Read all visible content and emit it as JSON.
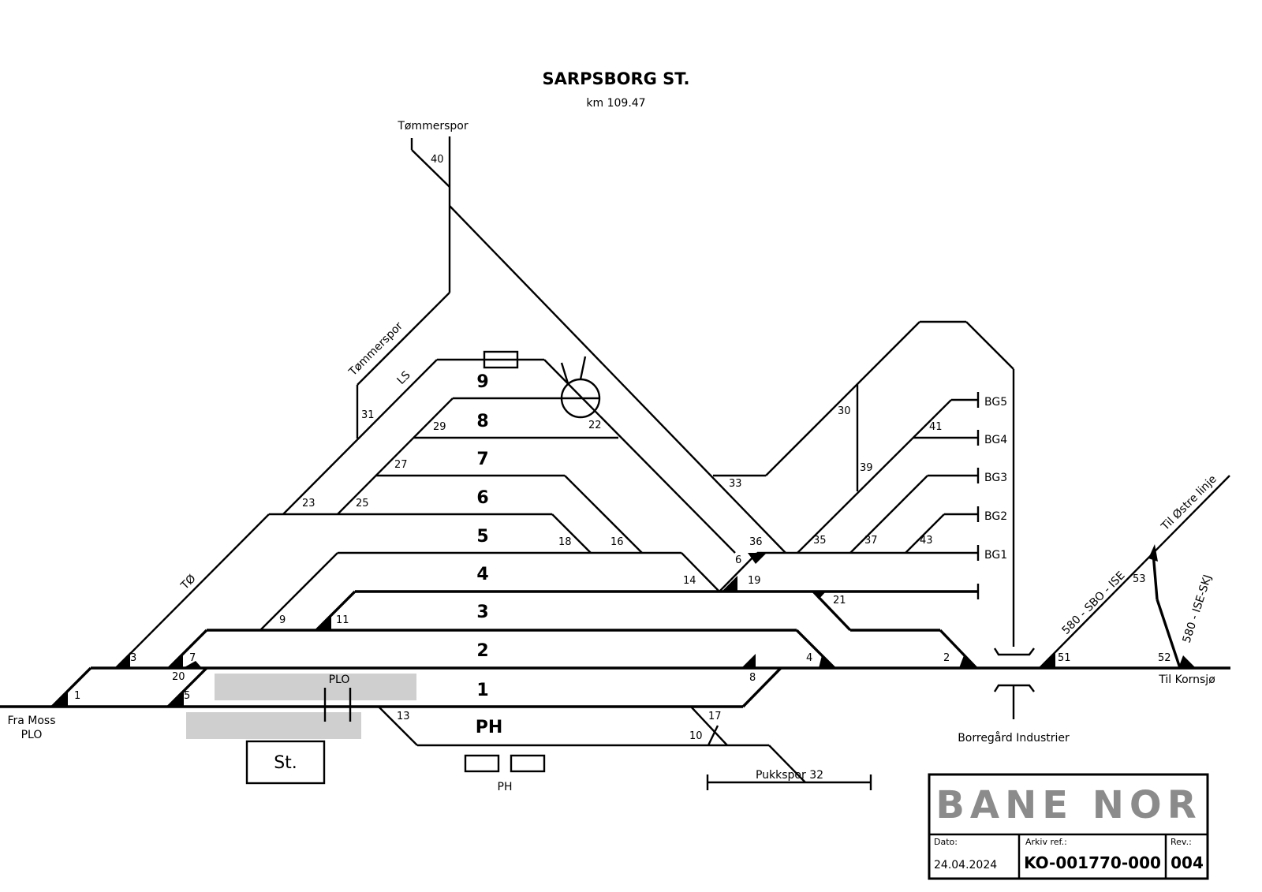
{
  "header": {
    "title": "SARPSBORG ST.",
    "km": "km 109.47"
  },
  "tracks": {
    "t9": "9",
    "t8": "8",
    "t7": "7",
    "t6": "6",
    "t5": "5",
    "t4": "4",
    "t3": "3",
    "t2": "2",
    "t1": "1",
    "tph": "PH"
  },
  "switches": {
    "s1": "1",
    "s2": "2",
    "s3": "3",
    "s4": "4",
    "s5": "5",
    "s6": "6",
    "s7": "7",
    "s8": "8",
    "s9": "9",
    "s10": "10",
    "s11": "11",
    "s13": "13",
    "s14": "14",
    "s16": "16",
    "s17": "17",
    "s18": "18",
    "s19": "19",
    "s20": "20",
    "s21": "21",
    "s22": "22",
    "s23": "23",
    "s25": "25",
    "s27": "27",
    "s29": "29",
    "s30": "30",
    "s31": "31",
    "s33": "33",
    "s35": "35",
    "s36": "36",
    "s37": "37",
    "s39": "39",
    "s40": "40",
    "s41": "41",
    "s43": "43",
    "s51": "51",
    "s52": "52",
    "s53": "53"
  },
  "labels": {
    "tommerspor_top": "Tømmerspor",
    "tommerspor_diag": "Tømmerspor",
    "ls": "LS",
    "to": "TØ",
    "fra_moss": "Fra Moss",
    "plo_left": "PLO",
    "plo_platform": "PLO",
    "station": "St.",
    "ph_building": "PH",
    "pukkspor": "Pukkspor 32",
    "borregard": "Borregård Industrier",
    "til_kornsjo": "Til Kornsjø",
    "til_ostre": "Til Østre linje",
    "line_580_sbo": "580 - SBO - ISE",
    "line_580_skj": "580 - ISE-SKJ",
    "bg1": "BG1",
    "bg2": "BG2",
    "bg3": "BG3",
    "bg4": "BG4",
    "bg5": "BG5"
  },
  "title_block": {
    "company": "BANE NOR",
    "date_label": "Dato:",
    "date": "24.04.2024",
    "archive_label": "Arkiv ref.:",
    "archive": "KO-001770-000",
    "rev_label": "Rev.:",
    "rev": "004",
    "logo_color": "#8b8b8b"
  }
}
